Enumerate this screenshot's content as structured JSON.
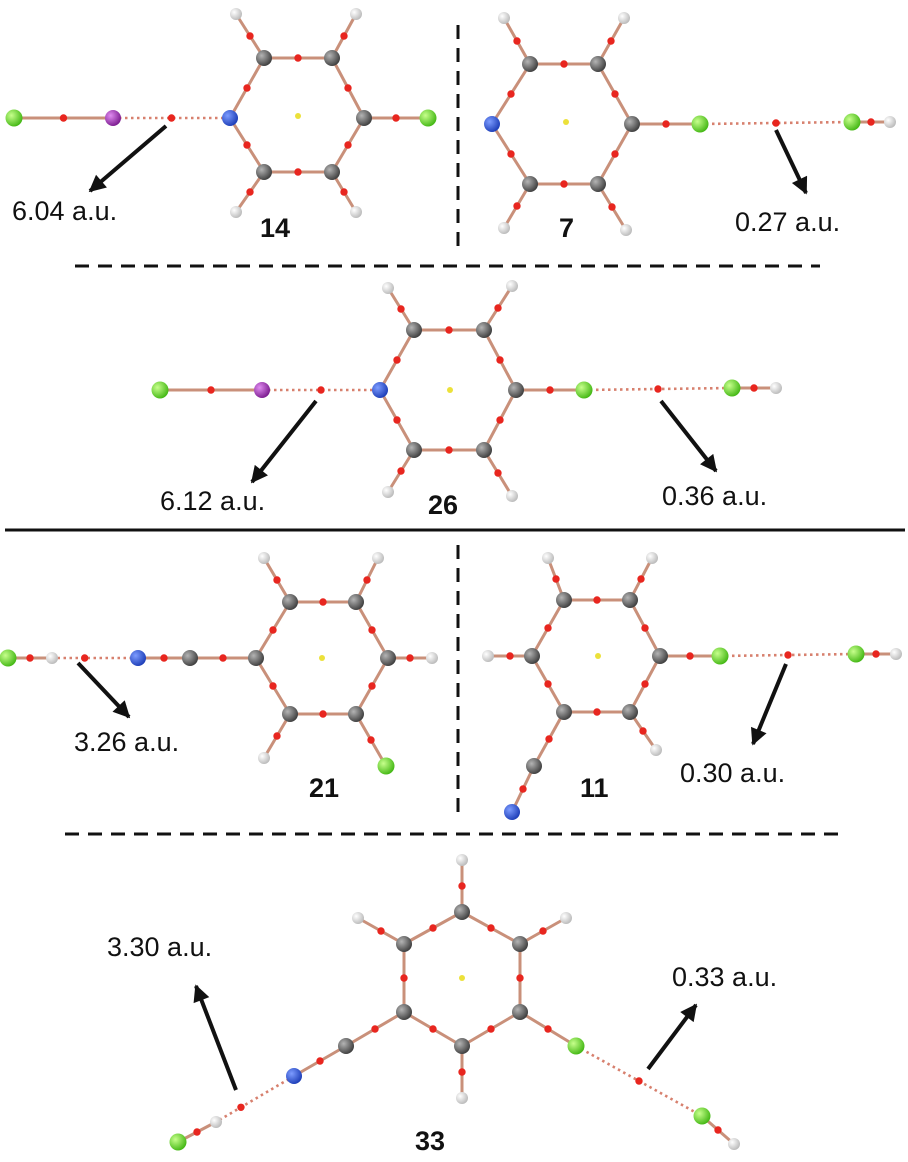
{
  "panels": [
    {
      "compound": "14",
      "value_label": "6.04 a.u."
    },
    {
      "compound": "7",
      "value_label": "0.27 a.u."
    },
    {
      "compound": "26",
      "value_label": "6.12 a.u.",
      "value_label_2": "0.36 a.u."
    },
    {
      "compound": "21",
      "value_label": "3.26 a.u."
    },
    {
      "compound": "11",
      "value_label": "0.30 a.u."
    },
    {
      "compound": "33",
      "value_label": "3.30 a.u.",
      "value_label_2": "0.33 a.u."
    }
  ],
  "colors": {
    "bond": "#c9907a",
    "interaction": "#d7806e",
    "critical_point": "#e8261f",
    "ring_critical_point": "#ece13a",
    "carbon": "#555555",
    "hydrogen": "#e6e6e6",
    "nitrogen": "#2e55d6",
    "chlorine": "#6fe02a",
    "iodine": "#a02db0",
    "arrow": "#111111"
  }
}
